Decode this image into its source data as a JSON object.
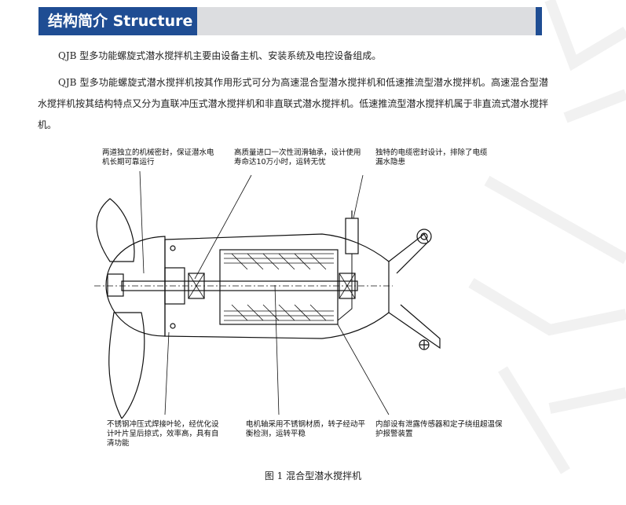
{
  "section": {
    "title": "结构简介  Structure"
  },
  "paragraphs": [
    "QJB 型多功能螺旋式潜水搅拌机主要由设备主机、安装系统及电控设备组成。",
    "QJB 型多功能螺旋式潜水搅拌机按其作用形式可分为高速混合型潜水搅拌机和低速推流型潜水搅拌机。高速混合型潜水搅拌机按其结构特点又分为直联冲压式潜水搅拌机和非直联式潜水搅拌机。低速推流型潜水搅拌机属于非直流式潜水搅拌机。"
  ],
  "callouts": {
    "seal": "两道独立的机械密封，保证潜水电机长期可靠运行",
    "bearing": "高质量进口一次性润滑轴承，设计使用寿命达10万小时，运转无忧",
    "cable": "独特的电缆密封设计，排除了电缆漏水隐患",
    "impeller": "不锈钢冲压式焊接叶轮，经优化设计叶片呈后掠式，效率高，具有自清功能",
    "shaft": "电机轴采用不锈钢材质，转子经动平衡检测，运转平稳",
    "sensor": "内部设有泄露传感器和定子绕组超温保护报警装置"
  },
  "figure": {
    "caption": "图 1  混合型潜水搅拌机"
  }
}
